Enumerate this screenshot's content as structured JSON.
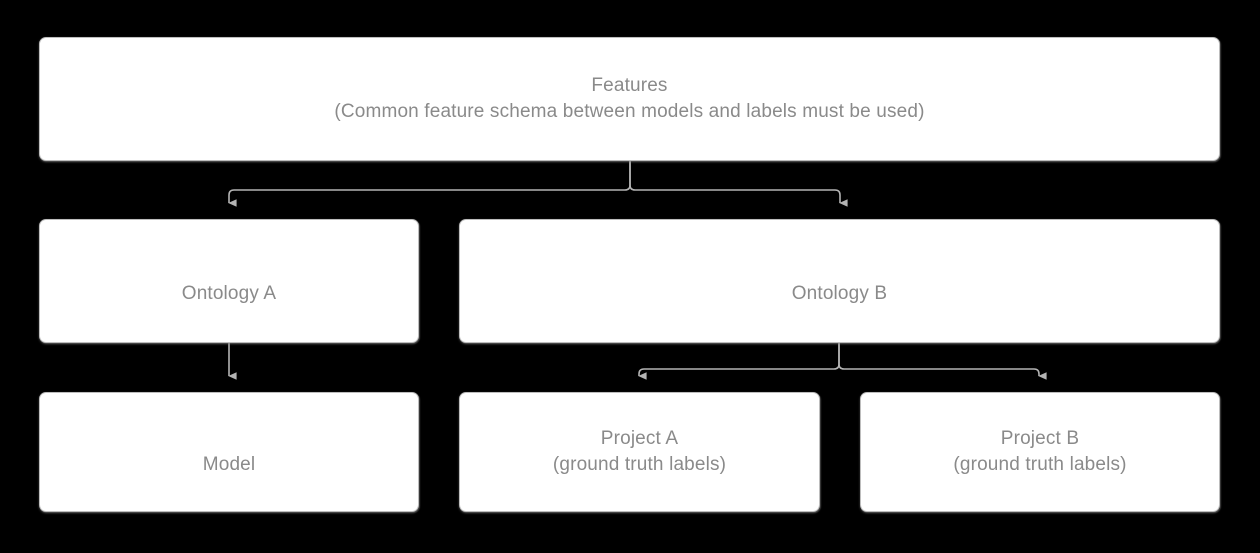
{
  "diagram": {
    "type": "flowchart",
    "background_color": "#000000",
    "node_fill_color": "#ffffff",
    "node_border_color": "#bdbdbd",
    "text_color": "#8a8a8a",
    "connector_color": "#b4b4b4",
    "nodes": [
      {
        "id": "features",
        "title": "Features",
        "subtitle": "(Common feature schema between models and labels must be used)",
        "row": 1
      },
      {
        "id": "ontology-a",
        "title": "Ontology A",
        "subtitle": "",
        "row": 2
      },
      {
        "id": "ontology-b",
        "title": "Ontology B",
        "subtitle": "",
        "row": 2
      },
      {
        "id": "model",
        "title": "Model",
        "subtitle": "",
        "row": 3
      },
      {
        "id": "project-a",
        "title": "Project A",
        "subtitle": "(ground truth labels)",
        "row": 3
      },
      {
        "id": "project-b",
        "title": "Project B",
        "subtitle": "(ground truth labels)",
        "row": 3
      }
    ],
    "edges": [
      {
        "from": "features",
        "to": "ontology-a",
        "style": "elbow-arrow"
      },
      {
        "from": "features",
        "to": "ontology-b",
        "style": "elbow-arrow"
      },
      {
        "from": "ontology-a",
        "to": "model",
        "style": "straight-arrow"
      },
      {
        "from": "ontology-b",
        "to": "project-a",
        "style": "elbow-arrow"
      },
      {
        "from": "ontology-b",
        "to": "project-b",
        "style": "elbow-arrow"
      }
    ]
  }
}
